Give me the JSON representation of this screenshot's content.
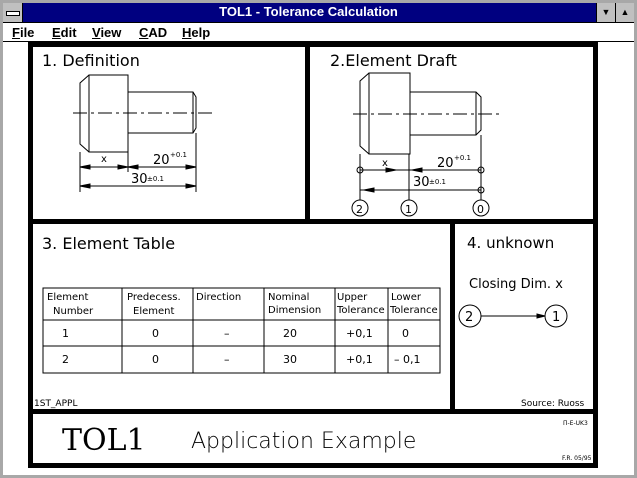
{
  "window": {
    "title": "TOL1 - Tolerance Calculation"
  },
  "menu": [
    "File",
    "Edit",
    "View",
    "CAD",
    "Help"
  ],
  "panels": {
    "definition": {
      "title": "1.  Definition",
      "x": "x",
      "dim20": "20",
      "tol20": "+0.1",
      "dim30": "30",
      "tol30": "±0.1"
    },
    "draft": {
      "title": "2.Element  Draft",
      "x": "x",
      "dim20": "20",
      "tol20": "+0.1",
      "dim30": "30",
      "tol30": "±0.1",
      "nodes": [
        "2",
        "1",
        "0"
      ]
    },
    "table": {
      "title": "3.  Element  Table",
      "headers": [
        [
          "Element",
          "Number"
        ],
        [
          "Predecess.",
          "Element"
        ],
        [
          "Direction",
          ""
        ],
        [
          "Nominal",
          "Dimension"
        ],
        [
          "Upper",
          "Tolerance"
        ],
        [
          "Lower",
          "Tolerance"
        ]
      ],
      "rows": [
        [
          "1",
          "0",
          "–",
          "20",
          "+0,1",
          "0"
        ],
        [
          "2",
          "0",
          "–",
          "30",
          "+0,1",
          "– 0,1"
        ]
      ],
      "footer": "1ST_APPL"
    },
    "unknown": {
      "title": "4.  unknown",
      "label": "Closing  Dim.  x",
      "from": "2",
      "to": "1",
      "source": "Source:  Ruoss"
    }
  },
  "footer": {
    "logo": "TOL1",
    "subtitle": "Application  Example",
    "code": "П-E-UK3",
    "date": "F.R. 05/95"
  }
}
